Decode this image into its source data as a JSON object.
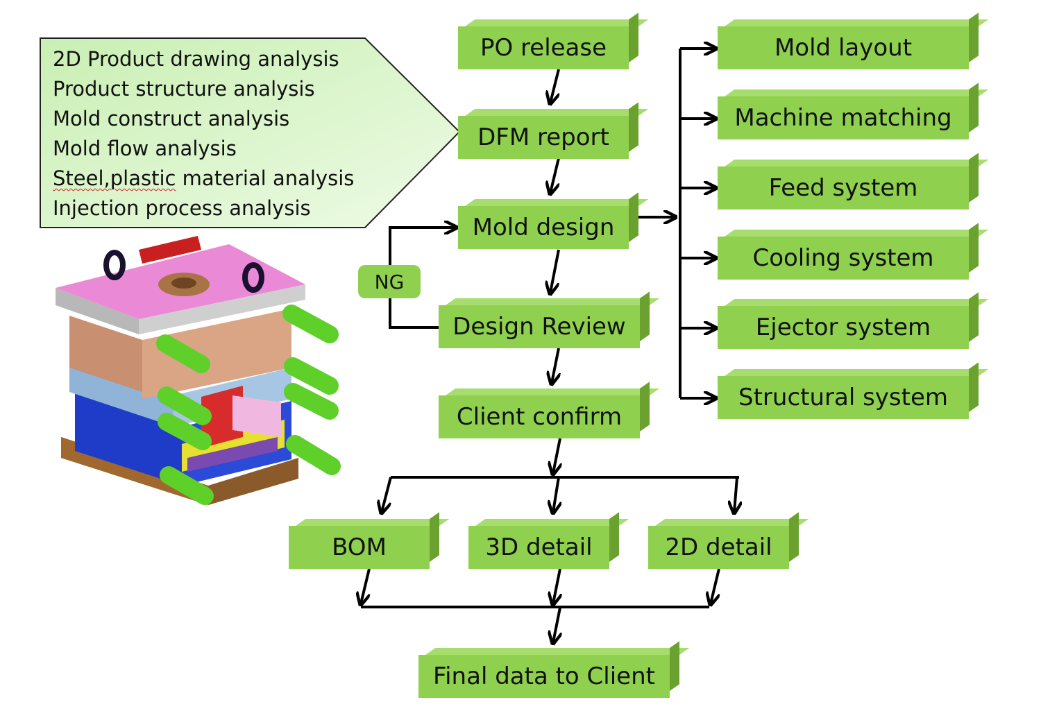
{
  "callout": {
    "lines": [
      "2D Product drawing analysis",
      "Product structure analysis",
      "Mold construct analysis",
      "Mold flow analysis",
      "Steel,plastic material analysis",
      "Injection process analysis"
    ],
    "underlined_word": "Steel,plastic"
  },
  "flow": {
    "po_release": "PO release",
    "dfm_report": "DFM report",
    "mold_design": "Mold design",
    "ng_label": "NG",
    "design_review": "Design Review",
    "client_confirm": "Client confirm",
    "bom": "BOM",
    "detail_3d": "3D detail",
    "detail_2d": "2D detail",
    "final_data": "Final data to Client"
  },
  "subsystems": [
    "Mold layout",
    "Machine matching",
    "Feed system",
    "Cooling system",
    "Ejector system",
    "Structural system"
  ],
  "colors": {
    "box_fill": "#8fd14f",
    "box_top": "#a6dd6c",
    "box_side": "#6ba22f",
    "callout_fill": "#d6f5c4",
    "line": "#000000"
  },
  "illustration": {
    "icon": "injection-mold-3d-render-icon"
  }
}
